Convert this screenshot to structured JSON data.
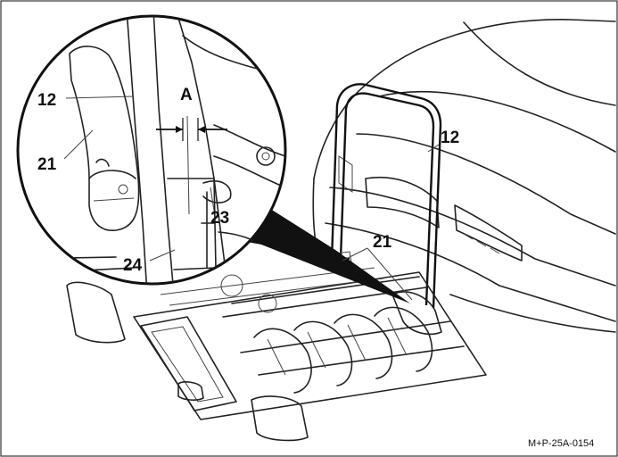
{
  "figure": {
    "labels": {
      "handle_magnified": "12",
      "handle_rack": "12",
      "lever_magnified": "21",
      "lever_rack": "21",
      "part_23": "23",
      "part_24": "24",
      "dimension": "A"
    },
    "reference_code": "M+P-25A-0154"
  }
}
